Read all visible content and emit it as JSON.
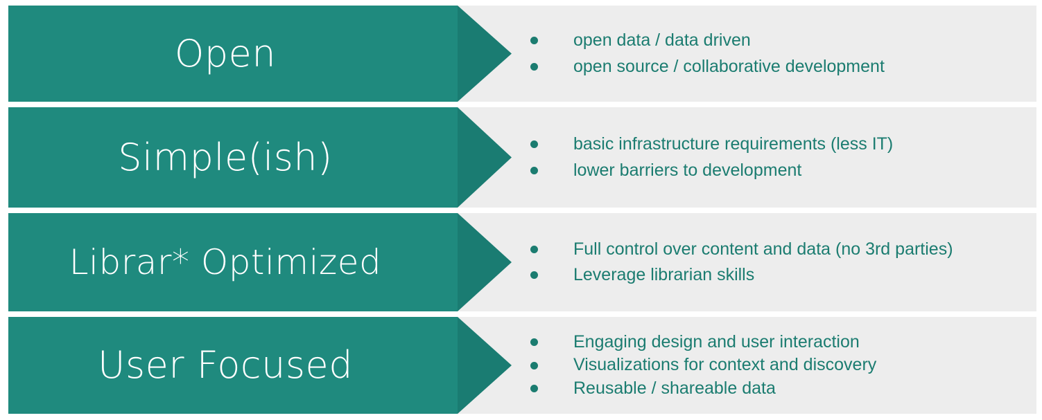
{
  "colors": {
    "arrow_body": "#1f8a7e",
    "arrow_head": "#1a7c72",
    "panel_background": "#ededed",
    "label_text": "#ffffff",
    "bullet_text": "#1b7c70",
    "page_background": "#ffffff"
  },
  "rows": [
    {
      "label": "Open",
      "bullets": [
        "open data / data driven",
        "open source / collaborative development"
      ]
    },
    {
      "label": "Simple(ish)",
      "bullets": [
        "basic infrastructure requirements (less IT)",
        "lower barriers to development"
      ]
    },
    {
      "label": "Librar* Optimized",
      "bullets": [
        "Full control over content and data (no 3rd parties)",
        "Leverage librarian skills"
      ]
    },
    {
      "label": "User Focused",
      "bullets": [
        "Engaging design and user interaction",
        "Visualizations for context and discovery",
        "Reusable / shareable data"
      ]
    }
  ]
}
